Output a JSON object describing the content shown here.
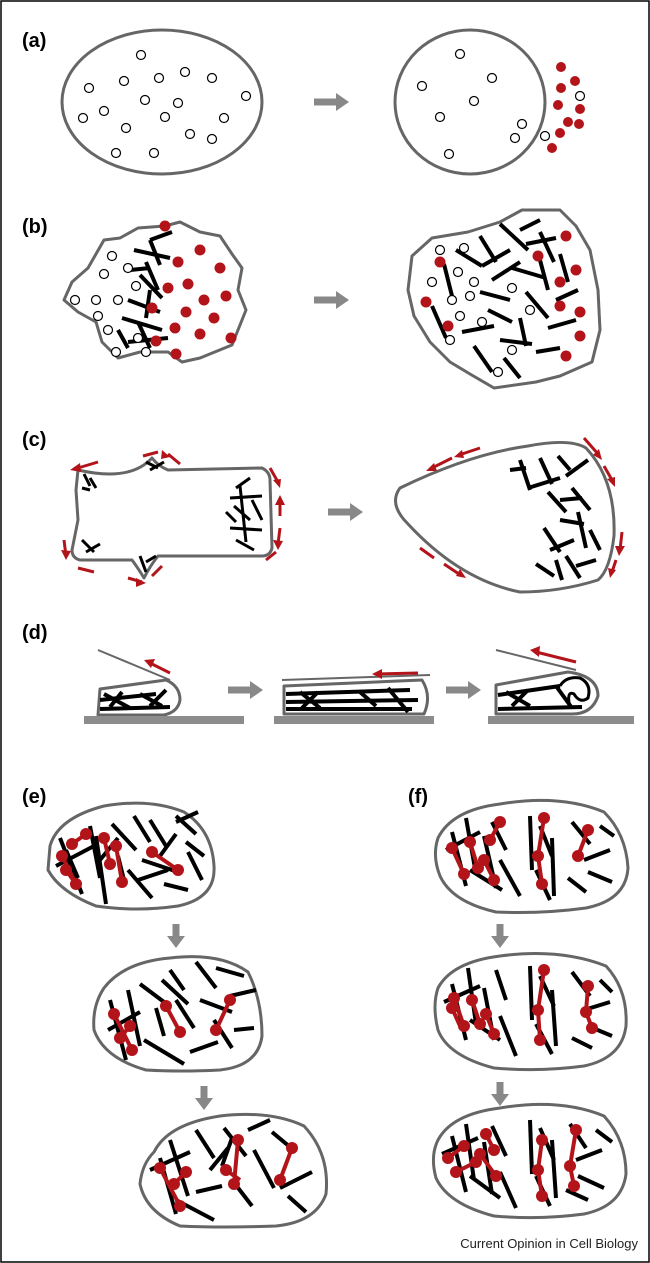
{
  "figure": {
    "panels": [
      "(a)",
      "(b)",
      "(c)",
      "(d)",
      "(e)",
      "(f)"
    ],
    "credit": "Current Opinion in Cell Biology",
    "colors": {
      "outline": "#666666",
      "filament": "#000000",
      "red": "#b3141a",
      "arrow": "#888888"
    }
  }
}
